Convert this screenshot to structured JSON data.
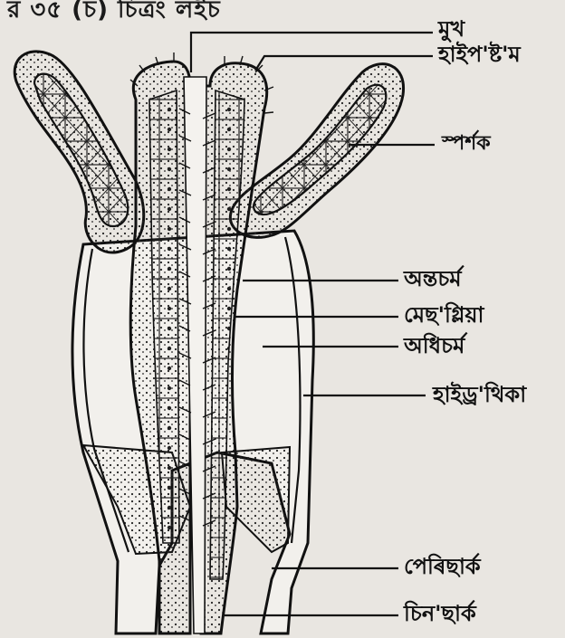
{
  "header_fragment": "র ৩৫ (চ) চিত্রং লইচ",
  "labels": {
    "mouth": "মুখ",
    "hypostome": "হাইপ'ষ্ট'ম",
    "tentacle": "স্পৰ্শক",
    "endoderm": "অন্তচৰ্ম",
    "mesoglea": "মেছ'গ্লিয়া",
    "ectoderm": "অধিচৰ্ম",
    "hydrotheca": "হাইড্র'থিকা",
    "perisarc": "পেৰিছাৰ্ক",
    "coenosarc": "চিন'ছাৰ্ক"
  }
}
